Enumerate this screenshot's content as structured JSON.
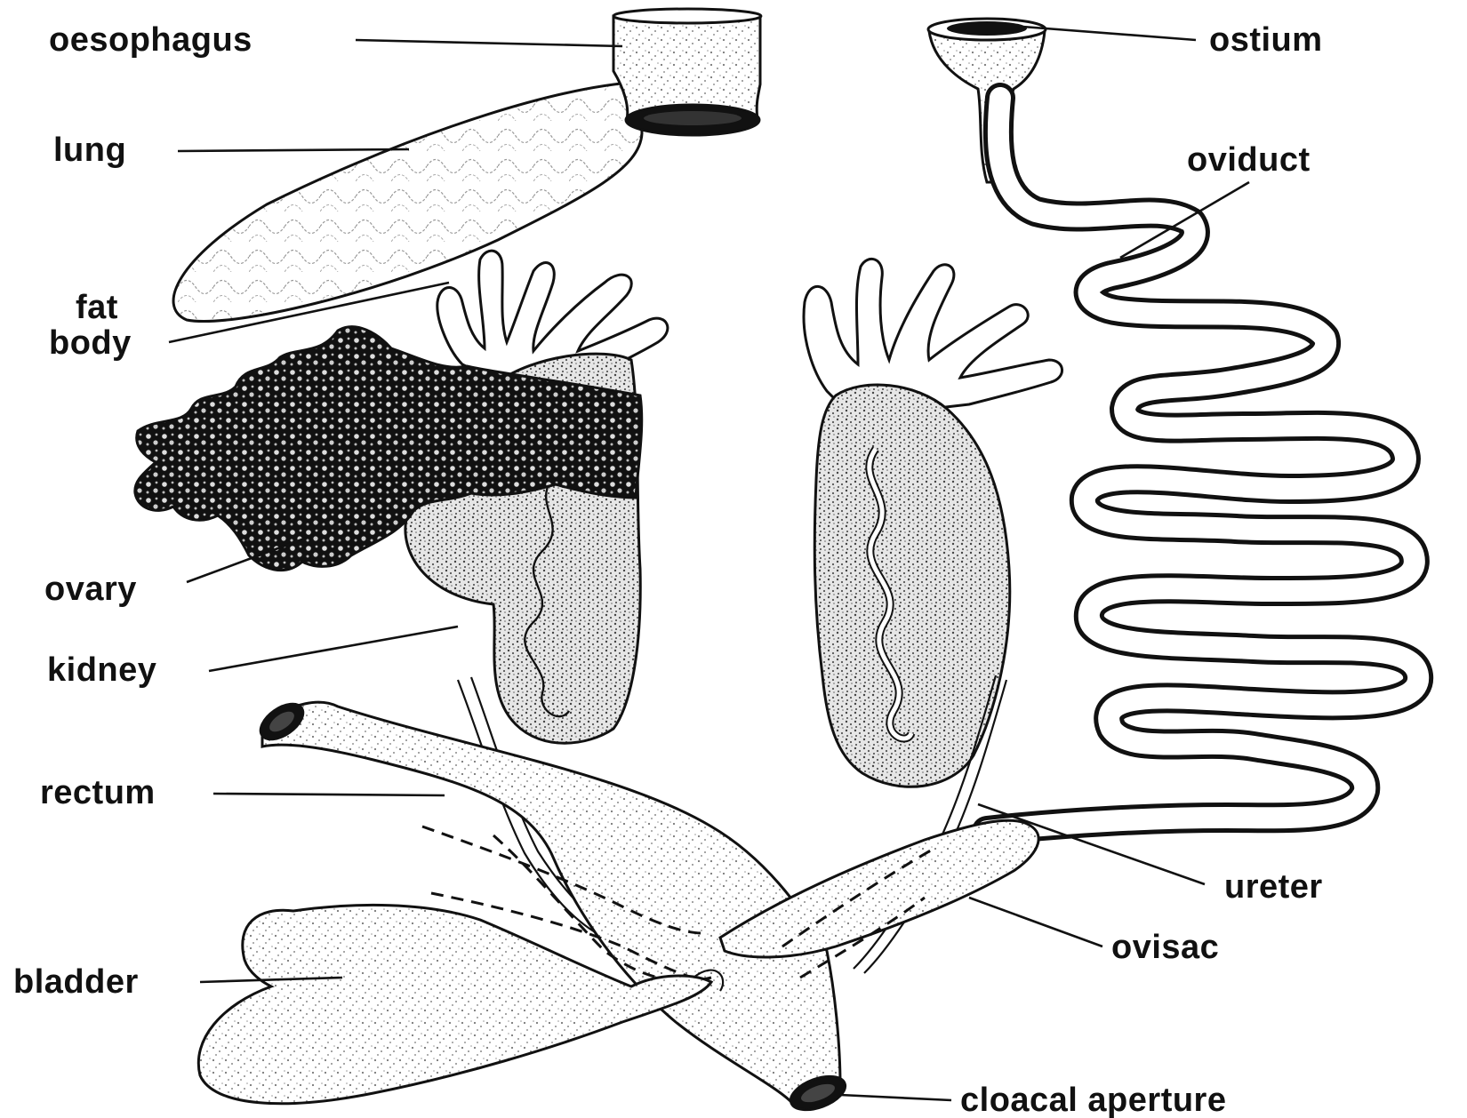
{
  "diagram": {
    "labels": {
      "oesophagus": "oesophagus",
      "lung": "lung",
      "fat_body_line1": "fat",
      "fat_body_line2": "body",
      "ovary": "ovary",
      "kidney": "kidney",
      "rectum": "rectum",
      "bladder": "bladder",
      "ostium": "ostium",
      "oviduct": "oviduct",
      "ureter": "ureter",
      "ovisac": "ovisac",
      "cloacal_aperture": "cloacal aperture"
    },
    "colors": {
      "ink": "#111111",
      "paper": "#ffffff",
      "stipple": "#c9c9c9"
    }
  }
}
